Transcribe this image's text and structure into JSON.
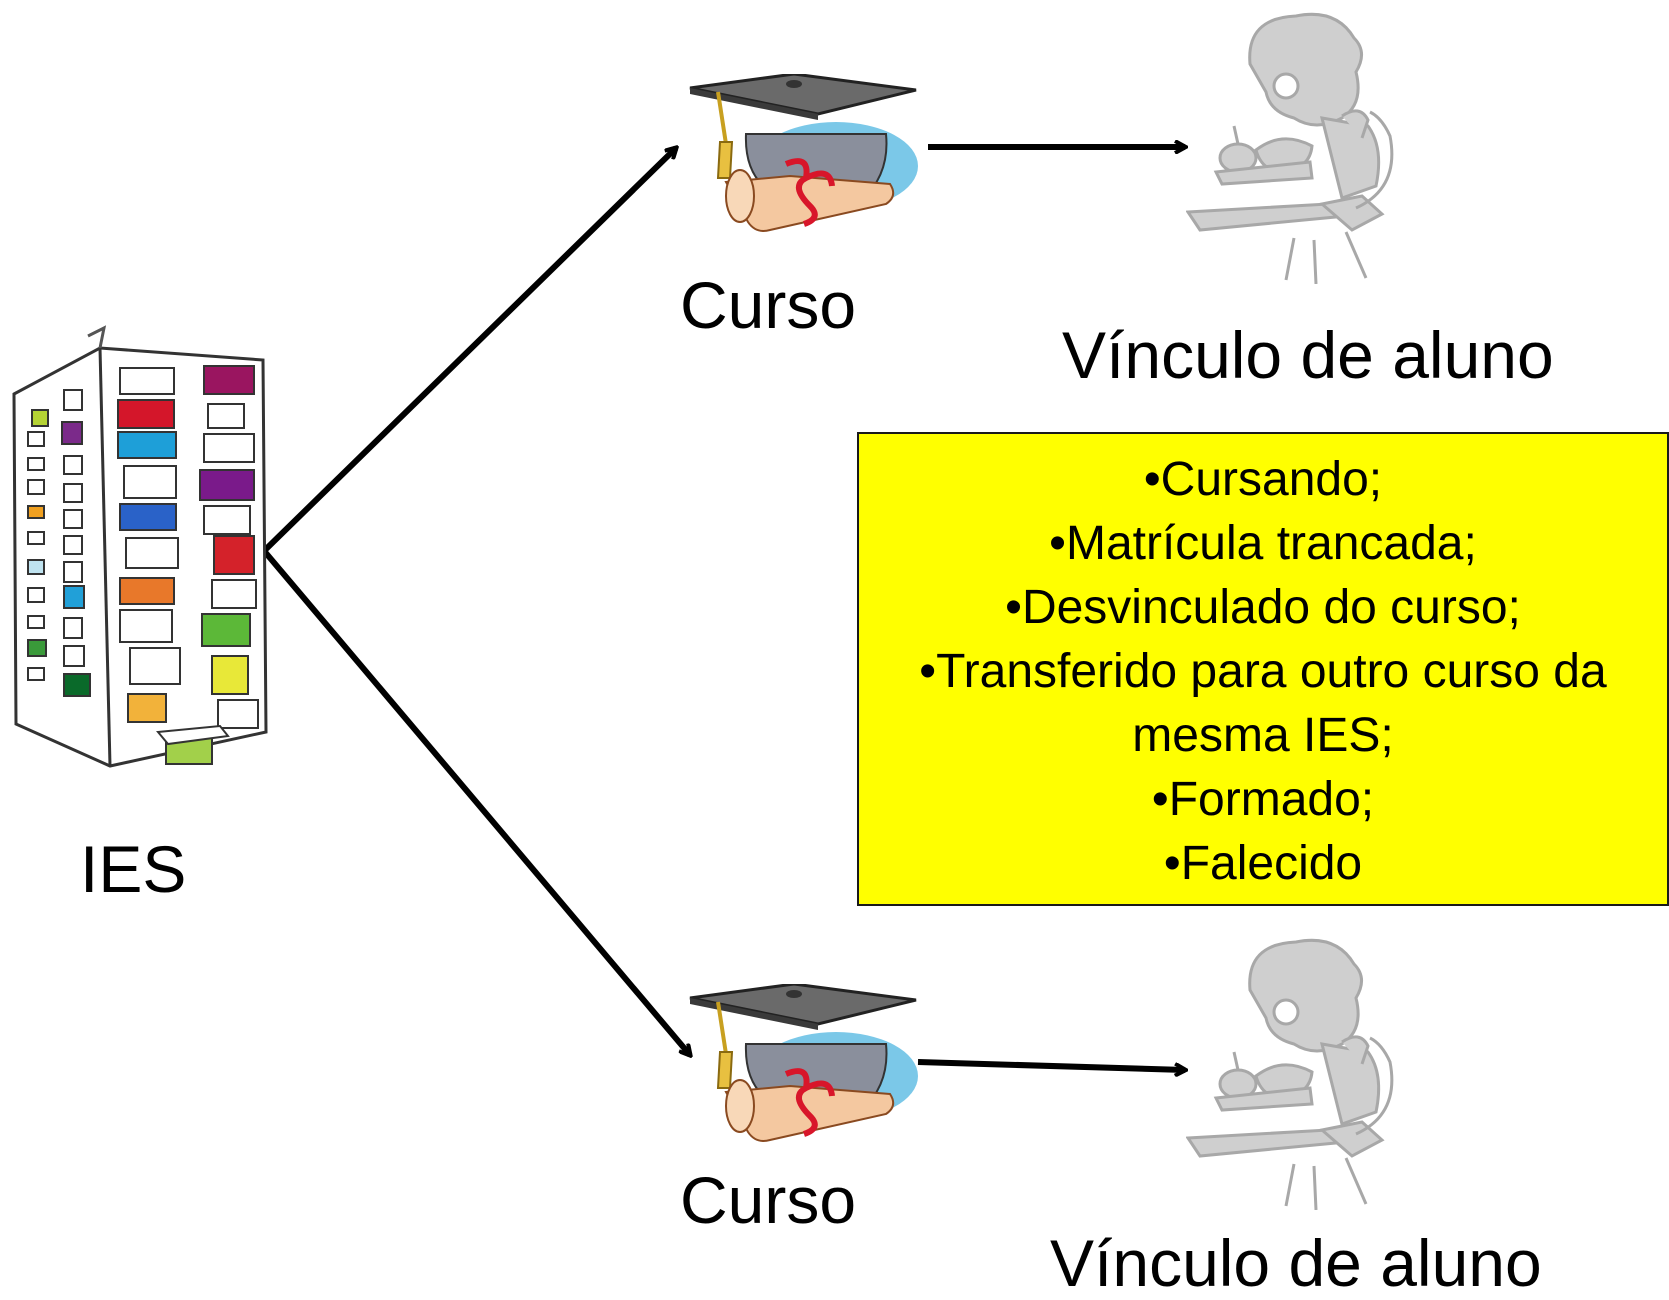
{
  "nodes": {
    "ies": {
      "label": "IES",
      "icon": "building-icon"
    },
    "curso_top": {
      "label": "Curso",
      "icon": "graduation-cap-diploma-icon"
    },
    "curso_bottom": {
      "label": "Curso",
      "icon": "graduation-cap-diploma-icon"
    },
    "vinculo_top": {
      "label": "Vínculo de aluno",
      "icon": "student-at-desk-icon"
    },
    "vinculo_bottom": {
      "label": "Vínculo de aluno",
      "icon": "student-at-desk-icon"
    }
  },
  "status_box": {
    "items": [
      "Cursando;",
      "Matrícula trancada;",
      "Desvinculado do curso;",
      "Transferido para outro curso da mesma IES;",
      "Formado;",
      "Falecido"
    ],
    "background": "#ffff00"
  },
  "colors": {
    "arrow": "#000000",
    "student_gray": "#c8c8c8",
    "cap": "#5a5a5a"
  }
}
